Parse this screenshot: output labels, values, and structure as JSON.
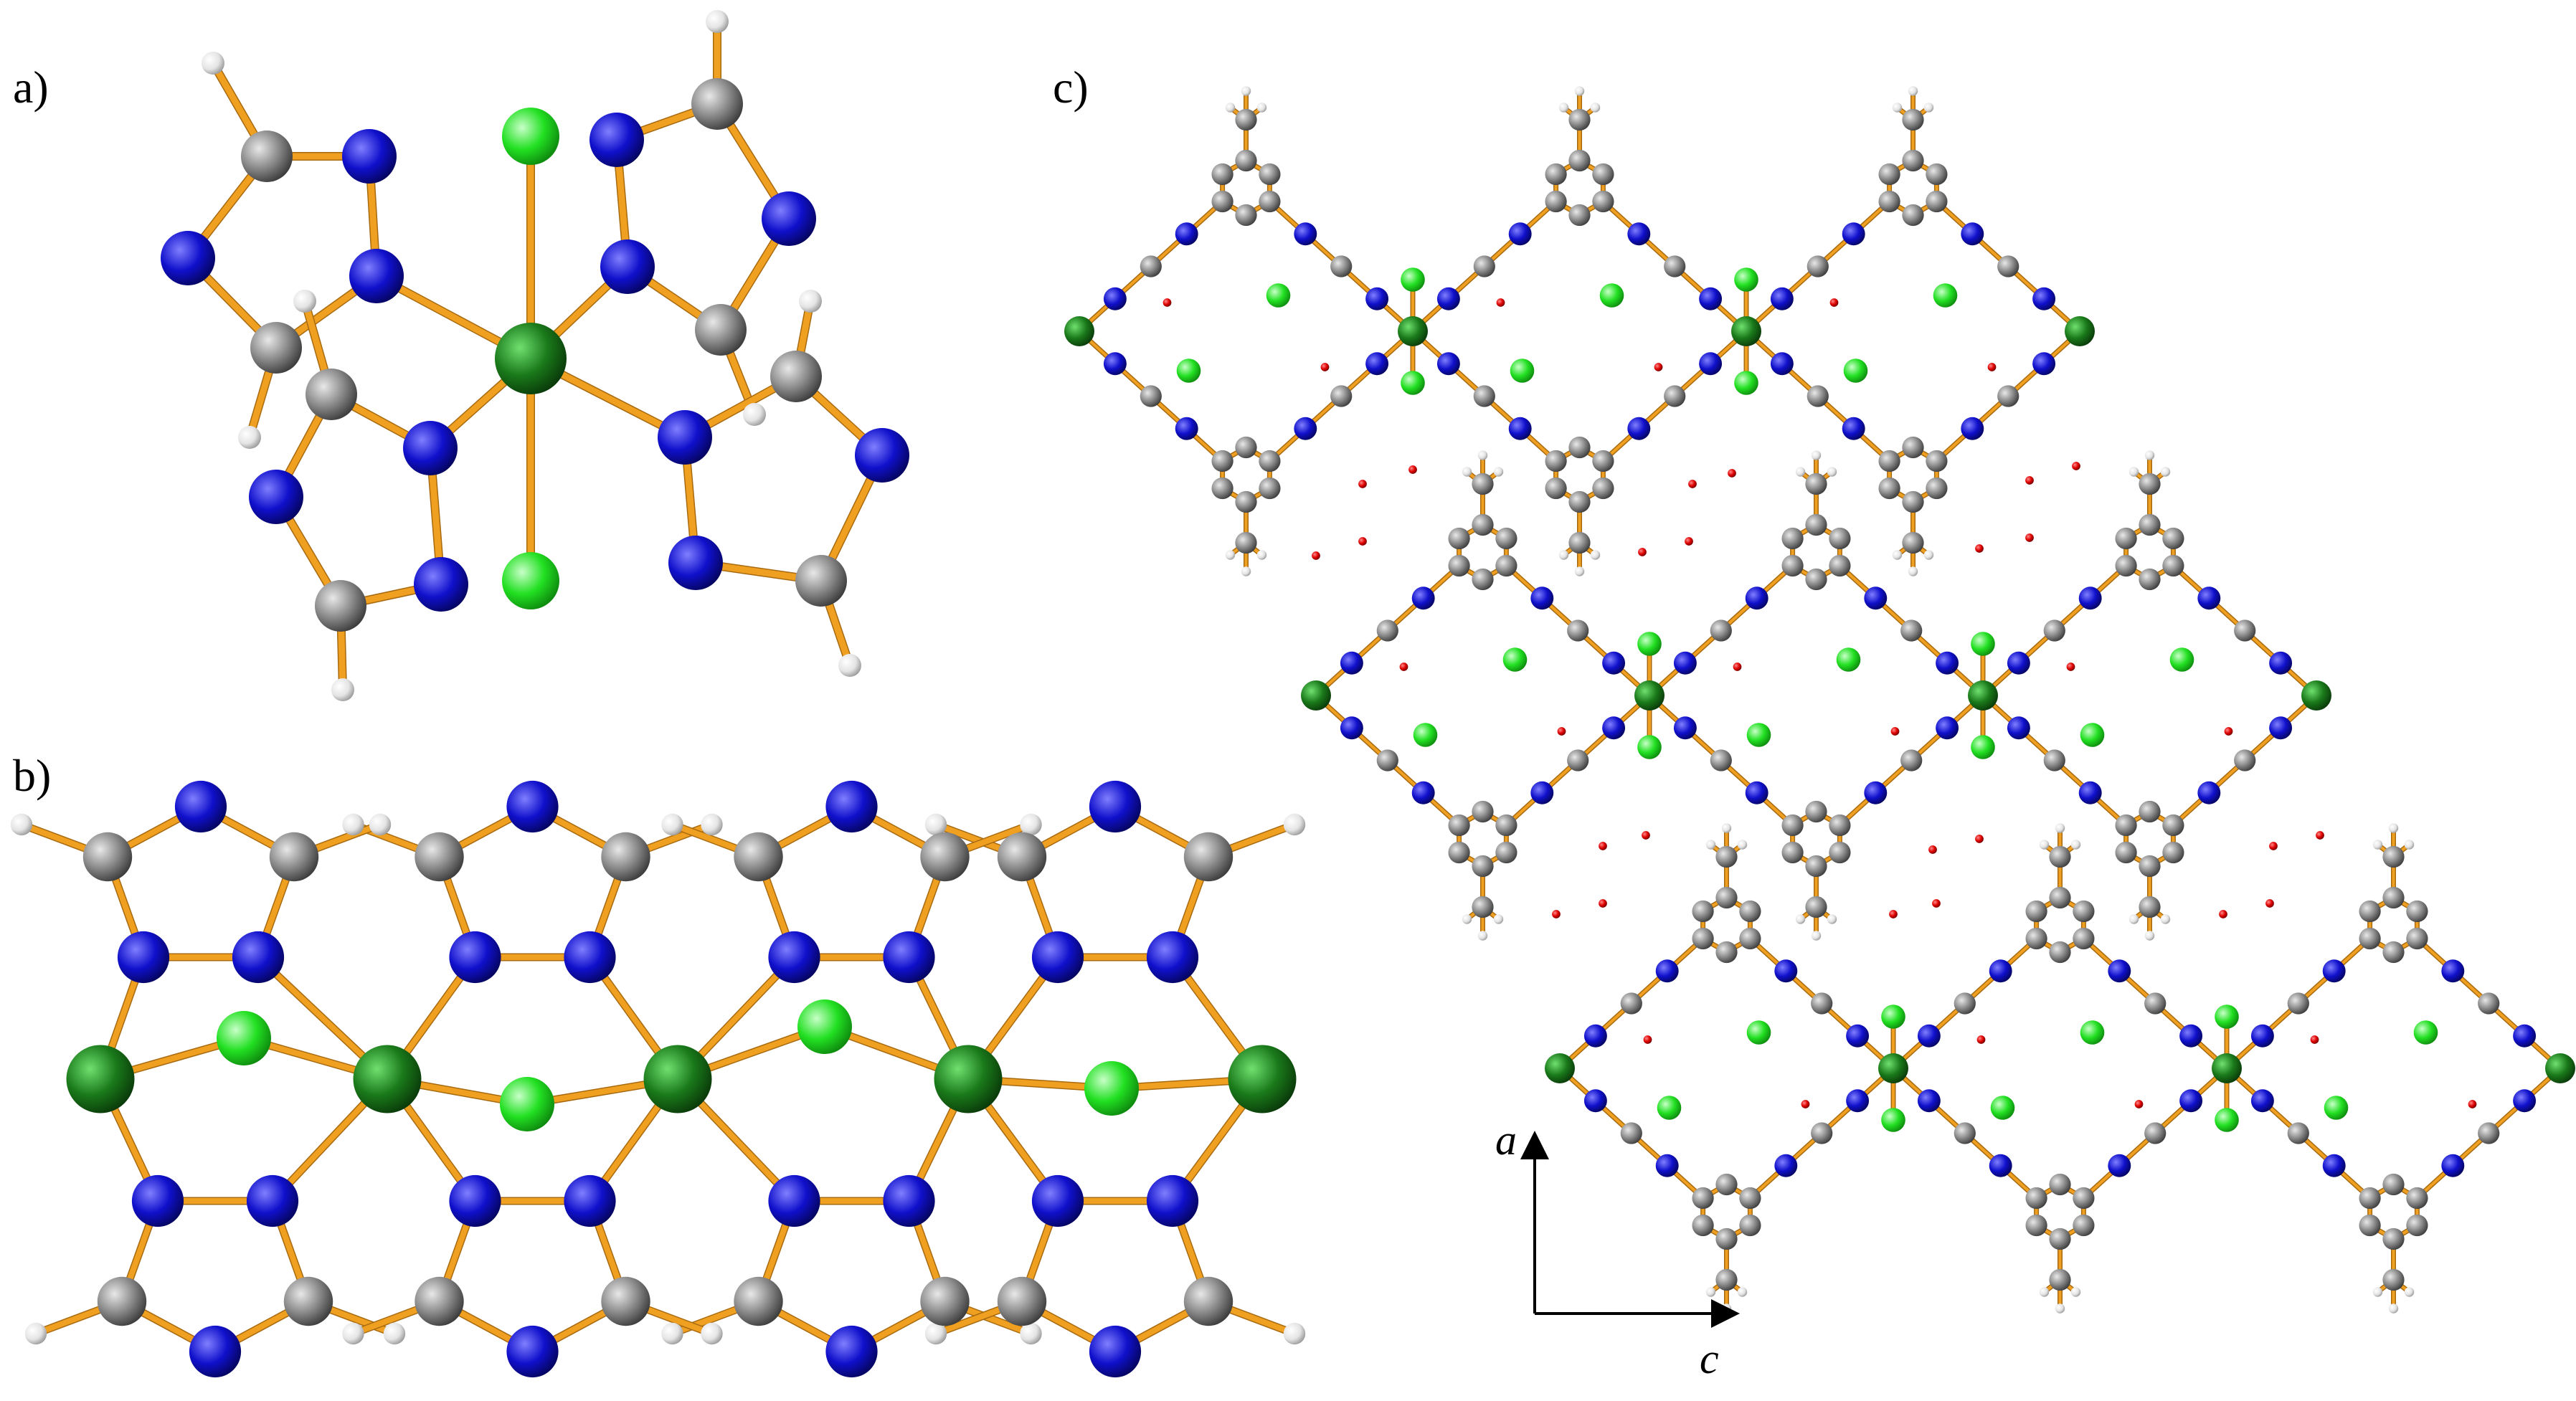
{
  "figure": {
    "panels": [
      {
        "id": "a",
        "label": "a)"
      },
      {
        "id": "b",
        "label": "b)"
      },
      {
        "id": "c",
        "label": "c)"
      }
    ],
    "axes": {
      "vertical": "a",
      "horizontal": "c"
    }
  },
  "colors": {
    "metal": "#1a7a1a",
    "chloride": "#22e022",
    "nitrogen": "#1010cc",
    "carbon": "#8a8a8a",
    "hydrogen": "#ececec",
    "oxygen": "#e00000",
    "bond": "#f0a020"
  }
}
